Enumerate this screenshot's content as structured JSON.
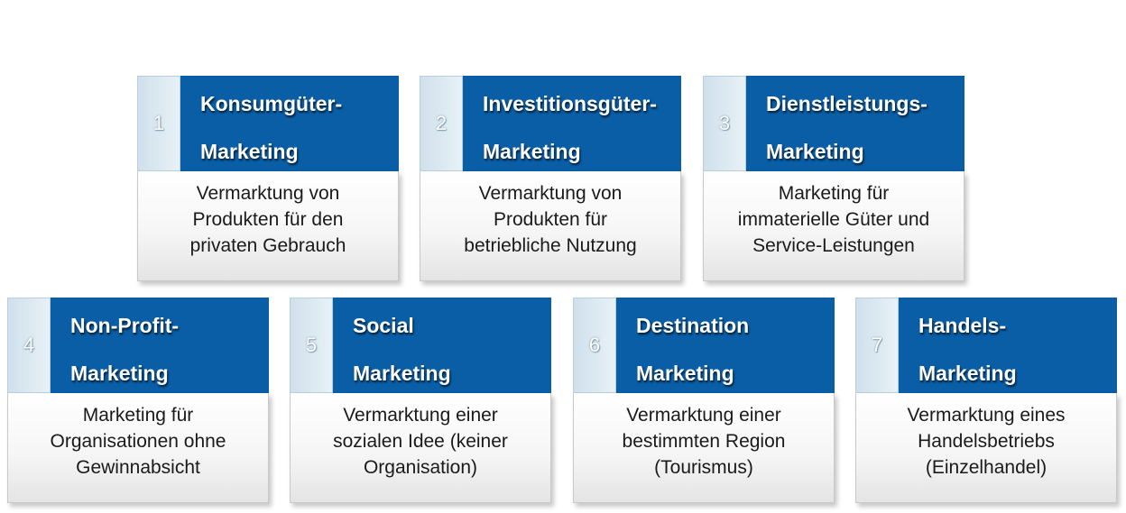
{
  "cards": [
    {
      "number": "1",
      "title_line1": "Konsumgüter-",
      "title_line2": "Marketing",
      "description": "Vermarktung von\nProdukten für den\nprivaten Gebrauch"
    },
    {
      "number": "2",
      "title_line1": "Investitionsgüter-",
      "title_line2": "Marketing",
      "description": "Vermarktung von\nProdukten für\nbetriebliche Nutzung"
    },
    {
      "number": "3",
      "title_line1": "Dienstleistungs-",
      "title_line2": "Marketing",
      "description": "Marketing für\nimmaterielle Güter und\nService-Leistungen"
    },
    {
      "number": "4",
      "title_line1": "Non-Profit-",
      "title_line2": "Marketing",
      "description": "Marketing für\nOrganisationen ohne\nGewinnabsicht"
    },
    {
      "number": "5",
      "title_line1": "Social",
      "title_line2": "Marketing",
      "description": "Vermarktung einer\nsozialen Idee (keiner\nOrganisation)"
    },
    {
      "number": "6",
      "title_line1": "Destination",
      "title_line2": "Marketing",
      "description": "Vermarktung einer\nbestimmten Region\n(Tourismus)"
    },
    {
      "number": "7",
      "title_line1": "Handels-",
      "title_line2": "Marketing",
      "description": "Vermarktung eines\nHandelsbetriebs\n(Einzelhandel)"
    }
  ],
  "colors": {
    "header_blue": "#0a5ea6",
    "number_tab": "#dbe8f1",
    "text": "#1a1a1a"
  }
}
